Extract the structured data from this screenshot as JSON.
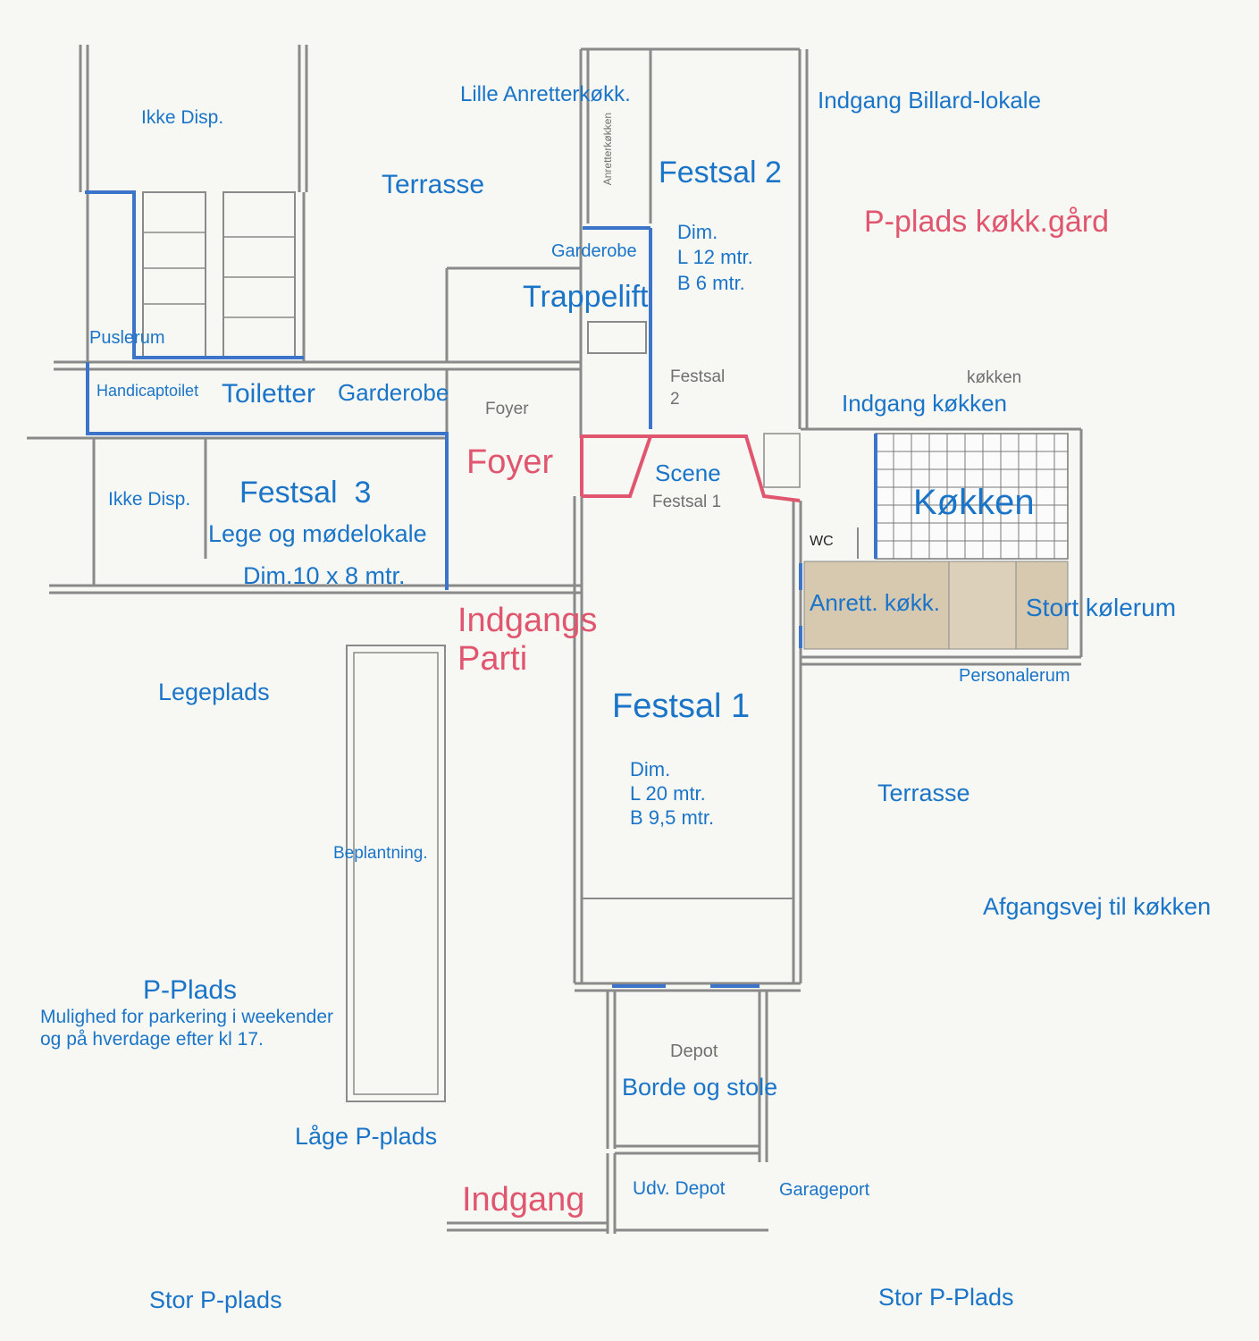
{
  "colors": {
    "label_blue": "#1a75c8",
    "label_red": "#e0566e",
    "wall": "#8a8a8a",
    "wall_highlight_blue": "#3b74c9",
    "wall_highlight_red": "#e0566e",
    "kitchen_tile": "#d7c8b0"
  },
  "labels": {
    "ikke_disp_top": "Ikke Disp.",
    "lille_anretter": "Lille Anretterkøkk.",
    "indgang_billard": "Indgang Billard-lokale",
    "terrasse_top": "Terrasse",
    "festsal2": "Festsal 2",
    "anretterkokken_vertical": "Anretterkøkken",
    "p_plads_gaard": "P-plads køkk.gård",
    "garderobe_top": "Garderobe",
    "dim2_title": "Dim.",
    "dim2_l": "L 12 mtr.",
    "dim2_b": "B 6 mtr.",
    "trappelift": "Trappelift",
    "puslerum": "Puslerum",
    "handicaptoilet": "Handicaptoilet",
    "toiletter": "Toiletter",
    "garderobe_mid": "Garderobe",
    "foyer_plan": "Foyer",
    "festsal2_plan": "Festsal",
    "festsal2_plan_num": "2",
    "kokken_plan": "køkken",
    "indgang_kokken": "Indgang køkken",
    "foyer": "Foyer",
    "scene": "Scene",
    "festsal1_plan": "Festsal 1",
    "ikke_disp_mid": "Ikke Disp.",
    "festsal3": "Festsal  3",
    "lege_og_mode": "Lege og mødelokale",
    "dim3": "Dim.10 x 8 mtr.",
    "kokken": "Køkken",
    "wc": "WC",
    "anrett_kokk": "Anrett. køkk.",
    "stort_kolerum": "Stort kølerum",
    "indgangs": "Indgangs",
    "parti": "Parti",
    "personalerum": "Personalerum",
    "legeplads": "Legeplads",
    "festsal1": "Festsal 1",
    "dim1_title": "Dim.",
    "dim1_l": "L 20 mtr.",
    "dim1_b": "B 9,5 mtr.",
    "terrasse_right": "Terrasse",
    "beplantning": "Beplantning.",
    "afgangsvej": "Afgangsvej til køkken",
    "p_plads": "P-Plads",
    "mulighed1": "Mulighed for parkering i weekender",
    "mulighed2": "og på hverdage efter kl 17.",
    "depot_plan": "Depot",
    "borde_og_stole": "Borde og stole",
    "laage_p_plads": "Låge P-plads",
    "udv_depot": "Udv. Depot",
    "garageport": "Garageport",
    "indgang": "Indgang",
    "stor_p_plads_left": "Stor P-plads",
    "stor_p_plads_right": "Stor P-Plads"
  }
}
